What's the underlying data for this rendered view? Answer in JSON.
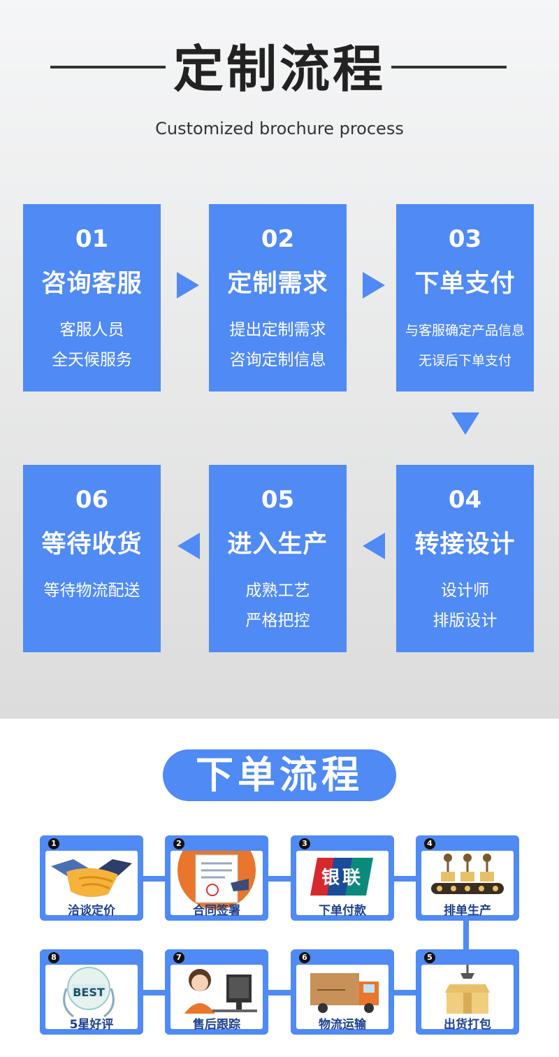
{
  "header": {
    "title": "定制流程",
    "subtitle": "Customized brochure process"
  },
  "steps": [
    {
      "num": "01",
      "name": "咨询客服",
      "lines": [
        "客服人员",
        "全天候服务"
      ]
    },
    {
      "num": "02",
      "name": "定制需求",
      "lines": [
        "提出定制需求",
        "咨询定制信息"
      ]
    },
    {
      "num": "03",
      "name": "下单支付",
      "lines": [
        "与客服确定产品信息",
        "无误后下单支付"
      ]
    },
    {
      "num": "04",
      "name": "转接设计",
      "lines": [
        "设计师",
        "排版设计"
      ]
    },
    {
      "num": "05",
      "name": "进入生产",
      "lines": [
        "成熟工艺",
        "严格把控"
      ]
    },
    {
      "num": "06",
      "name": "等待收货",
      "lines": [
        "等待物流配送"
      ]
    }
  ],
  "order": {
    "title": "下单流程",
    "cards": [
      {
        "badge": "1",
        "label": "洽谈定价",
        "icon": "handshake-icon"
      },
      {
        "badge": "2",
        "label": "合同签署",
        "icon": "contract-icon"
      },
      {
        "badge": "3",
        "label": "下单付款",
        "icon": "unionpay-icon",
        "logo_text": "银联"
      },
      {
        "badge": "4",
        "label": "排单生产",
        "icon": "production-line-icon"
      },
      {
        "badge": "5",
        "label": "出货打包",
        "icon": "package-icon"
      },
      {
        "badge": "6",
        "label": "物流运输",
        "icon": "truck-icon"
      },
      {
        "badge": "7",
        "label": "售后跟踪",
        "icon": "support-agent-icon"
      },
      {
        "badge": "8",
        "label": "5星好评",
        "icon": "best-badge-icon",
        "logo_text": "BEST"
      }
    ]
  },
  "colors": {
    "accent": "#4f8af5",
    "label": "#1d3f8f"
  }
}
